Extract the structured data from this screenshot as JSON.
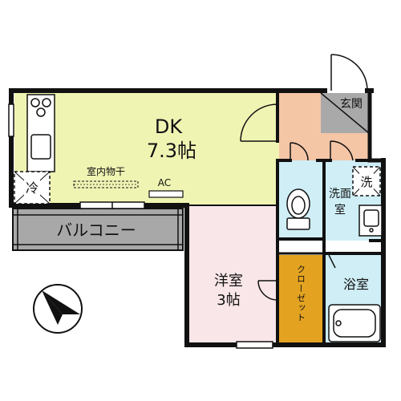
{
  "rooms": {
    "dk": {
      "name": "DK",
      "size": "7.3帖",
      "fill": "#f0f4b3"
    },
    "bedroom": {
      "name": "洋室",
      "size": "3帖",
      "fill": "#f9e6e8"
    },
    "entrance": {
      "name": "玄関",
      "fill": "#f4c6a6"
    },
    "washroom": {
      "name": "洗面室",
      "fill": "#cfeef6"
    },
    "bathroom": {
      "name": "浴室",
      "fill": "#cfeef6"
    },
    "toilet_fill": "#cfeef6",
    "closet": {
      "name": "クローゼット",
      "fill": "#e3a321"
    },
    "balcony": {
      "name": "バルコニー",
      "fill": "#a8a8a8"
    }
  },
  "labels": {
    "indoor_drying": "室内物干",
    "ac": "AC",
    "fridge": "冷",
    "washer": "洗"
  },
  "colors": {
    "wall": "#111111",
    "entrance_tile": "#a9a9a9"
  }
}
